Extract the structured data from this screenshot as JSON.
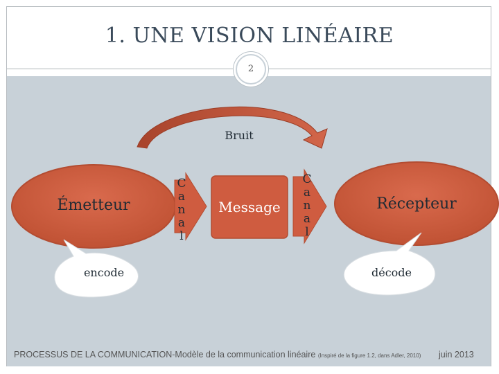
{
  "slide": {
    "title": "1. UNE VISION LINÉAIRE",
    "number": "2"
  },
  "diagram": {
    "noise_label": "Bruit",
    "sender": "Émetteur",
    "message": "Message",
    "receiver": "Récepteur",
    "channel_letters": [
      "C",
      "a",
      "n",
      "a",
      "l"
    ],
    "encode_label": "encode",
    "decode_label": "décode"
  },
  "footer": {
    "text": "PROCESSUS DE LA COMMUNICATION-Modèle de la communication linéaire",
    "source": "(Inspiré de la figure 1.2, dans Adler, 2010)",
    "date": "juin 2013"
  },
  "colors": {
    "shape_fill": "#cf5c40",
    "shape_dark": "#a8442c",
    "background_panel": "#c8d1d8",
    "title_text": "#3a4a5a"
  }
}
